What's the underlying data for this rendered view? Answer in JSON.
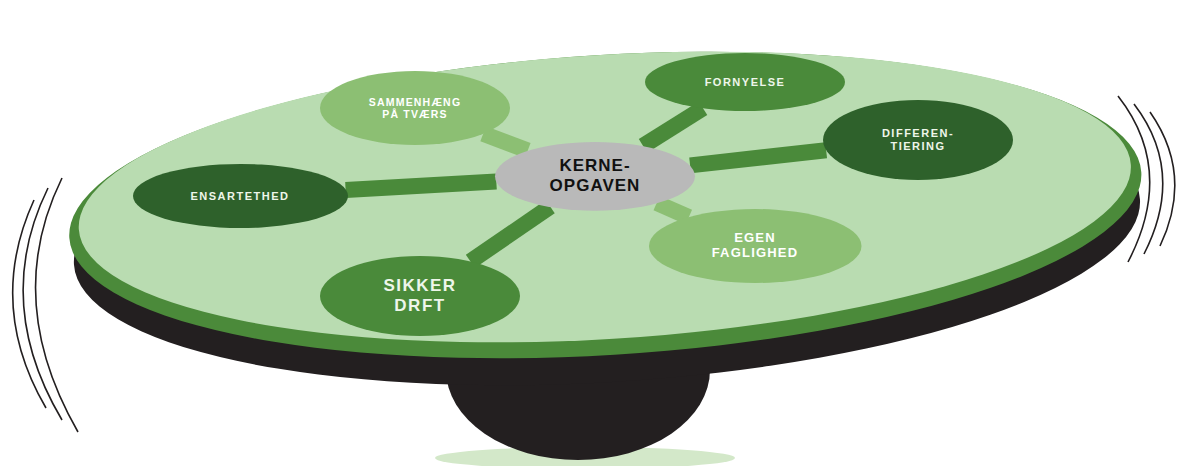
{
  "diagram": {
    "nodes": [
      {
        "text": [
          "SAMMENHÆNG PÅ TVÆRS"
        ]
      },
      {
        "text": [
          "FORNYELSE"
        ]
      },
      {
        "text": [
          "DIFFEREN- TIERING"
        ]
      },
      {
        "text": [
          "KERNE- OPGAVEN"
        ]
      },
      {
        "text": [
          "ENSARTETHED"
        ]
      },
      {
        "text": [
          "EGEN FAGLIGHED"
        ]
      },
      {
        "text": [
          "SIKKER DRFT"
        ]
      }
    ],
    "edges": [
      {
        "from": 3,
        "to": 0,
        "arrow": "none"
      },
      {
        "from": 3,
        "to": 1,
        "arrow": "none"
      },
      {
        "from": 3,
        "to": 2,
        "arrow": "none"
      },
      {
        "from": 3,
        "to": 4,
        "arrow": "none"
      },
      {
        "from": 3,
        "to": 5,
        "arrow": "none"
      },
      {
        "from": 3,
        "to": 6,
        "arrow": "none"
      }
    ]
  }
}
